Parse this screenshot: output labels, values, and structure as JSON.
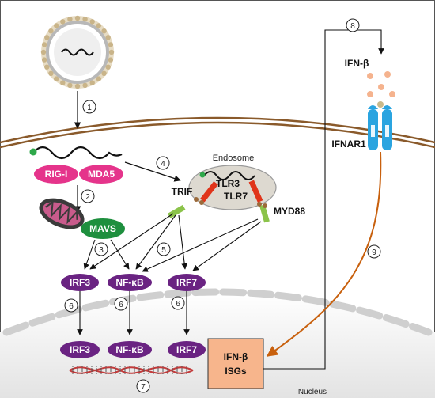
{
  "labels": {
    "endosome": "Endosome",
    "nucleus": "Nucleus",
    "trif": "TRIF",
    "myd88": "MYD88",
    "tlr3": "TLR3",
    "tlr7": "TLR7",
    "ifnar1": "IFNAR1",
    "ifn_beta_secreted": "IFN-β",
    "ifn_beta_box": "IFN-β",
    "isgs_box": "ISGs"
  },
  "pills": {
    "rig_i": "RIG-I",
    "mda5": "MDA5",
    "mavs": "MAVS",
    "irf3_cyto": "IRF3",
    "nfkb_cyto": "NF-κB",
    "irf7_cyto": "IRF7",
    "irf3_nuc": "IRF3",
    "nfkb_nuc": "NF-κB",
    "irf7_nuc": "IRF7"
  },
  "steps": [
    "1",
    "2",
    "3",
    "4",
    "5",
    "6",
    "6",
    "6",
    "7",
    "8",
    "9"
  ],
  "colors": {
    "pink": "#e5348b",
    "purple": "#6a2382",
    "green": "#1e8f3e",
    "membrane": "#8a5a2b",
    "nucleus_box": "#f7b58c",
    "receptor_blue": "#2aa4e0",
    "arrow_orange": "#c8600d"
  }
}
